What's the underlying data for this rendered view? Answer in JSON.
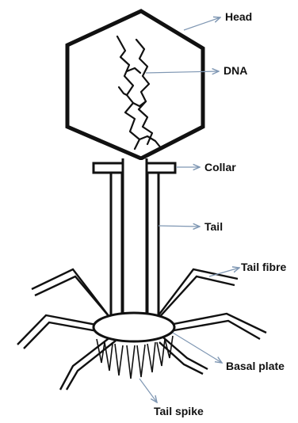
{
  "labels": {
    "head": "Head",
    "dna": "DNA",
    "collar": "Collar",
    "tail": "Tail",
    "tail_fibre": "Tail fibre",
    "basal_plate": "Basal plate",
    "tail_spike": "Tail spike"
  },
  "colors": {
    "outline": "#111111",
    "leader": "#7f97b3",
    "background": "#ffffff"
  }
}
